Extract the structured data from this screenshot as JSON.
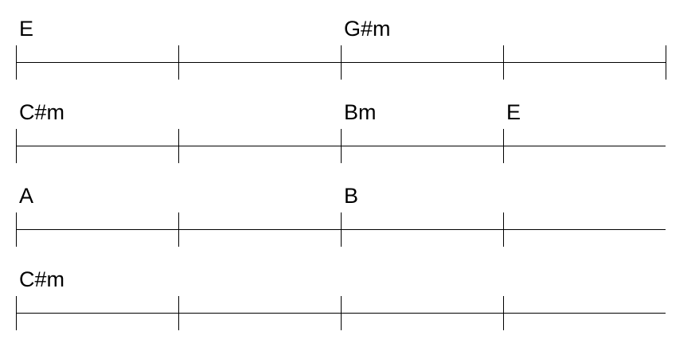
{
  "rows": [
    {
      "chords": [
        {
          "label": "E",
          "measure": 1,
          "beat": 1
        },
        {
          "label": "G#m",
          "measure": 3,
          "beat": 1
        }
      ],
      "measures": 4,
      "final_barline": true
    },
    {
      "chords": [
        {
          "label": "C#m",
          "measure": 1,
          "beat": 1
        },
        {
          "label": "Bm",
          "measure": 3,
          "beat": 1
        },
        {
          "label": "E",
          "measure": 4,
          "beat": 1
        }
      ],
      "measures": 4,
      "final_barline": false
    },
    {
      "chords": [
        {
          "label": "A",
          "measure": 1,
          "beat": 1
        },
        {
          "label": "B",
          "measure": 3,
          "beat": 1
        }
      ],
      "measures": 4,
      "final_barline": false
    },
    {
      "chords": [
        {
          "label": "C#m",
          "measure": 1,
          "beat": 1
        }
      ],
      "measures": 4,
      "final_barline": false
    }
  ]
}
